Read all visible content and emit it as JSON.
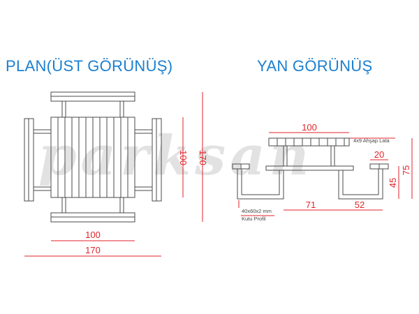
{
  "titles": {
    "plan": "PLAN(ÜST GÖRÜNÜŞ)",
    "side": "YAN GÖRÜNÜŞ"
  },
  "watermark": "parksan",
  "plan_view": {
    "dim_width_inner": "100",
    "dim_width_outer": "170",
    "dim_height_inner": "100",
    "dim_height_outer": "170"
  },
  "side_view": {
    "dim_top_width": "100",
    "dim_seat_width": "20",
    "dim_seat_height": "45",
    "dim_total_height": "75",
    "dim_gap": "71",
    "dim_leg": "52",
    "note_wood": "4x9 Ahşap Lata",
    "note_profile_line1": "40x60x2 mm",
    "note_profile_line2": "Kutu Profil"
  },
  "colors": {
    "title": "#1b7fd0",
    "dimension": "#e32228",
    "drawing": "#4a4a4a",
    "watermark": "#e2e2e2"
  }
}
